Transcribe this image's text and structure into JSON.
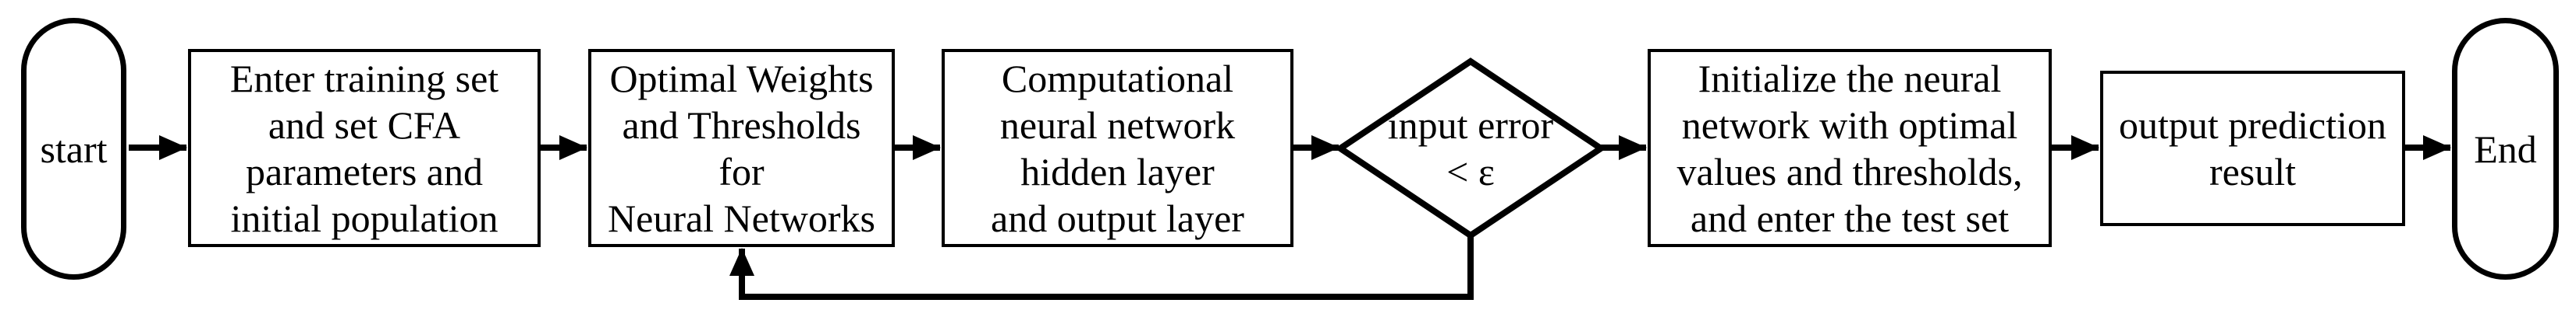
{
  "diagram": {
    "type": "flowchart",
    "background_color": "#ffffff",
    "stroke_color": "#000000",
    "nodes": [
      {
        "id": "start",
        "shape": "stadium",
        "label": "start"
      },
      {
        "id": "enter-training",
        "shape": "rect",
        "label": "Enter training set\nand set CFA\nparameters and\ninitial population"
      },
      {
        "id": "optimal-weights",
        "shape": "rect",
        "label": "Optimal Weights\nand Thresholds\nfor\nNeural Networks"
      },
      {
        "id": "computational",
        "shape": "rect",
        "label": "Computational\nneural network\nhidden layer\nand output layer"
      },
      {
        "id": "error-check",
        "shape": "diamond",
        "label": "input error\n< ε"
      },
      {
        "id": "initialize",
        "shape": "rect",
        "label": "Initialize the neural\nnetwork with optimal\nvalues and thresholds,\nand enter the test set"
      },
      {
        "id": "output-result",
        "shape": "rect",
        "label": "output prediction\nresult"
      },
      {
        "id": "end",
        "shape": "stadium",
        "label": "End"
      }
    ],
    "edges": [
      {
        "from": "start",
        "to": "enter-training",
        "type": "forward"
      },
      {
        "from": "enter-training",
        "to": "optimal-weights",
        "type": "forward"
      },
      {
        "from": "optimal-weights",
        "to": "computational",
        "type": "forward"
      },
      {
        "from": "computational",
        "to": "error-check",
        "type": "forward"
      },
      {
        "from": "error-check",
        "to": "initialize",
        "type": "forward"
      },
      {
        "from": "initialize",
        "to": "output-result",
        "type": "forward"
      },
      {
        "from": "output-result",
        "to": "end",
        "type": "forward"
      },
      {
        "from": "error-check",
        "to": "optimal-weights",
        "type": "feedback-loop"
      }
    ]
  }
}
